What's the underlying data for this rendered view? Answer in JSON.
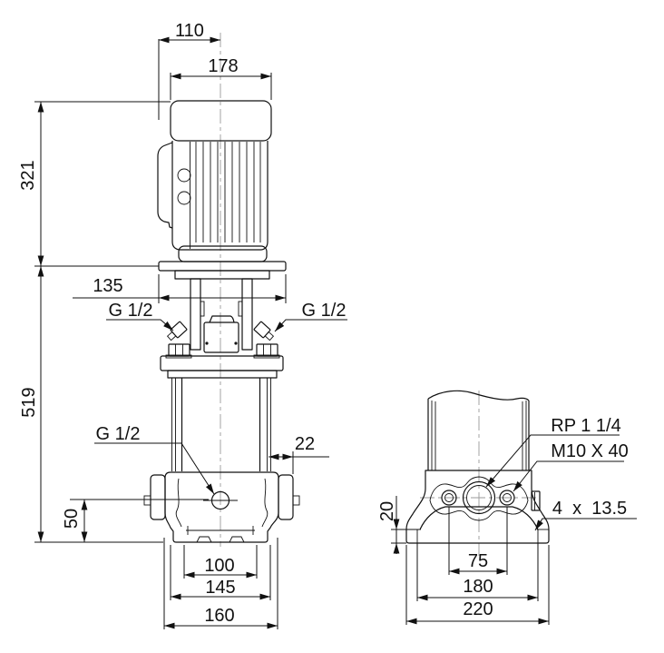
{
  "colors": {
    "background": "#ffffff",
    "line": "#111111",
    "centerline": "#9a9a9a"
  },
  "front_view": {
    "dim_110": "110",
    "dim_178": "178",
    "dim_321": "321",
    "dim_135": "135",
    "plug_left": "G 1/2",
    "plug_right": "G 1/2",
    "dim_519": "519",
    "drain_plug": "G 1/2",
    "dim_22": "22",
    "dim_50": "50",
    "dim_100": "100",
    "dim_145": "145",
    "dim_160": "160"
  },
  "base_view": {
    "port_thread": "RP 1 1/4",
    "motor_bolt": "M10 X 40",
    "dim_20": "20",
    "foot_holes": "4  x  13.5",
    "dim_75": "75",
    "dim_180": "180",
    "dim_220": "220"
  }
}
